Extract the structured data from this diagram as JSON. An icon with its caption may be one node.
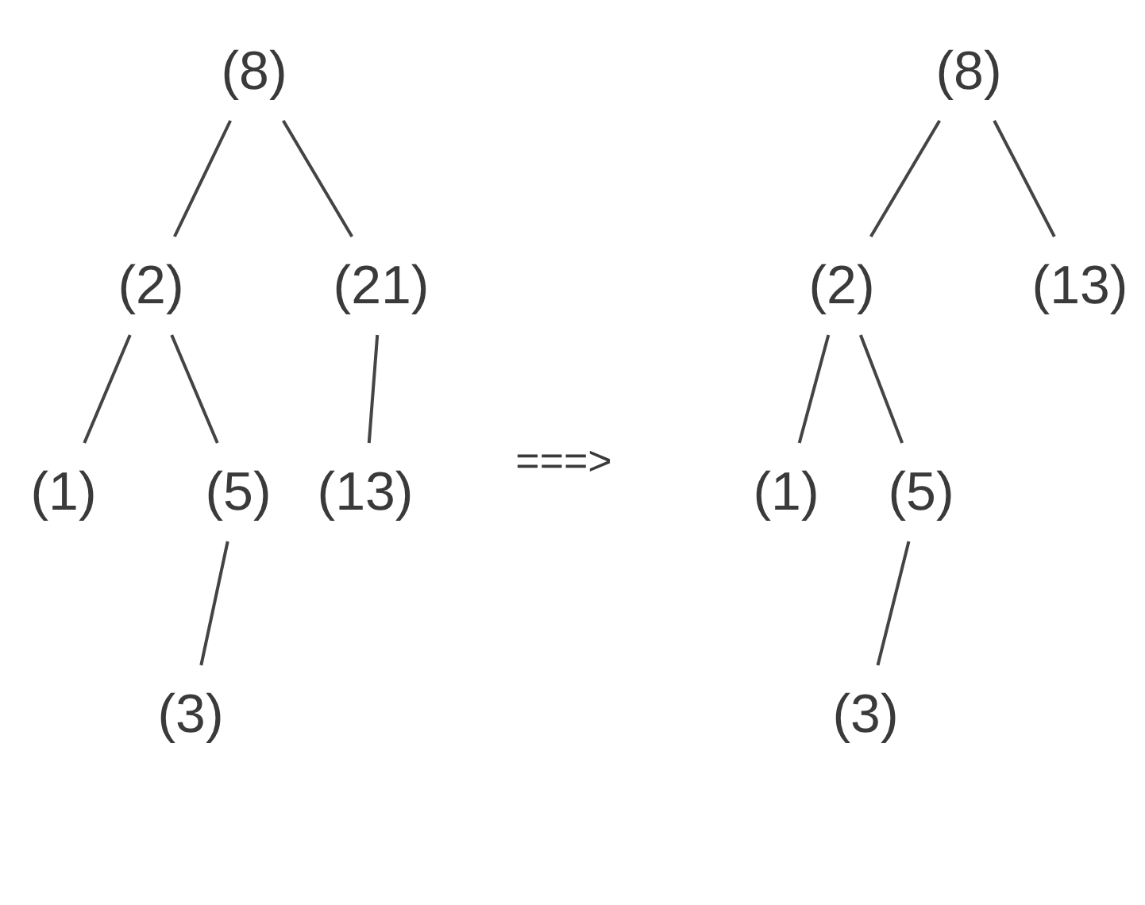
{
  "diagram": {
    "nodes": [
      {
        "text": [
          "(8)"
        ]
      },
      {
        "text": [
          "(2)"
        ]
      },
      {
        "text": [
          "(21)"
        ]
      },
      {
        "text": [
          "(1)"
        ]
      },
      {
        "text": [
          "(5)"
        ]
      },
      {
        "text": [
          "(13)"
        ]
      },
      {
        "text": [
          "(3)"
        ]
      },
      {
        "text": [
          "(8)"
        ]
      },
      {
        "text": [
          "(2)"
        ]
      },
      {
        "text": [
          "(13)"
        ]
      },
      {
        "text": [
          "(1)"
        ]
      },
      {
        "text": [
          "(5)"
        ]
      },
      {
        "text": [
          "(3)"
        ]
      }
    ],
    "edges": [
      {
        "from": 0,
        "to": 1,
        "arrow": "none"
      },
      {
        "from": 0,
        "to": 2,
        "arrow": "none"
      },
      {
        "from": 1,
        "to": 3,
        "arrow": "none"
      },
      {
        "from": 1,
        "to": 4,
        "arrow": "none"
      },
      {
        "from": 2,
        "to": 5,
        "arrow": "none"
      },
      {
        "from": 4,
        "to": 6,
        "arrow": "none"
      },
      {
        "from": 7,
        "to": 8,
        "arrow": "none"
      },
      {
        "from": 7,
        "to": 9,
        "arrow": "none"
      },
      {
        "from": 8,
        "to": 10,
        "arrow": "none"
      },
      {
        "from": 8,
        "to": 11,
        "arrow": "none"
      },
      {
        "from": 11,
        "to": 12,
        "arrow": "none"
      }
    ],
    "labels": [
      "===>"
    ]
  }
}
